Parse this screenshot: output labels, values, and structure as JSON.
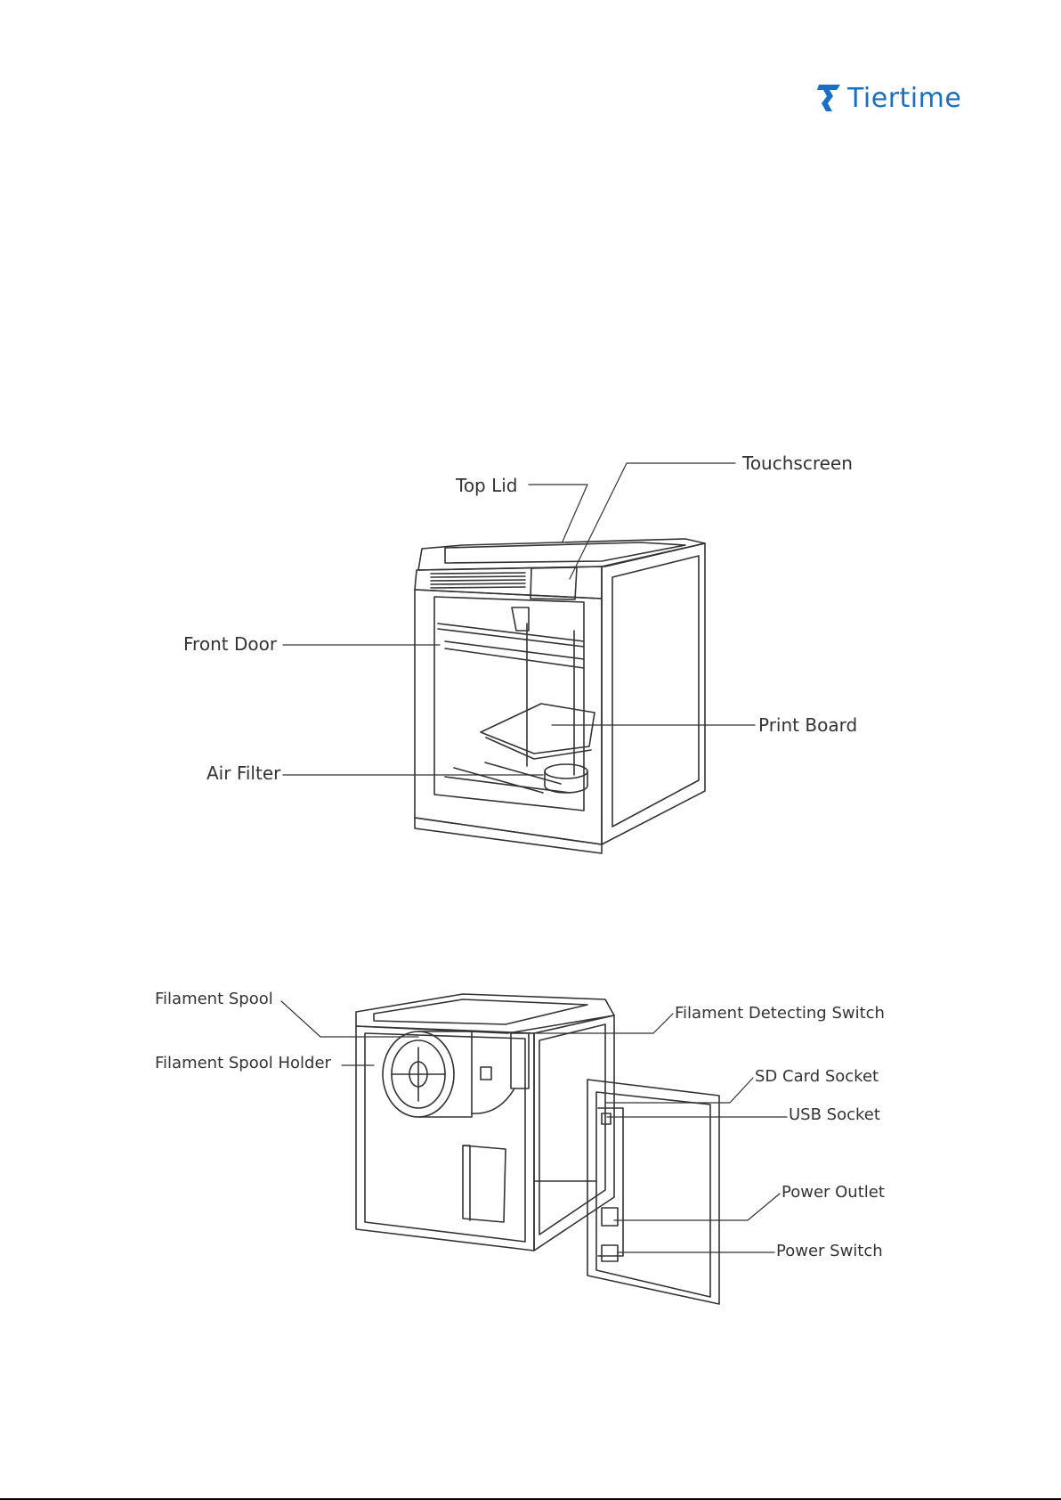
{
  "brand": {
    "logo_text": "Tiertime",
    "logo_color": "#1a6fc2"
  },
  "front_view": {
    "labels": {
      "top_lid": "Top Lid",
      "touchscreen": "Touchscreen",
      "front_door": "Front Door",
      "print_board": "Print Board",
      "air_filter": "Air Filter"
    }
  },
  "back_view": {
    "labels": {
      "filament_spool": "Filament Spool",
      "filament_spool_holder": "Filament Spool Holder",
      "filament_detecting_switch": "Filament Detecting Switch",
      "sd_card_socket": "SD Card Socket",
      "usb_socket": "USB Socket",
      "power_outlet": "Power Outlet",
      "power_switch": "Power Switch"
    }
  }
}
